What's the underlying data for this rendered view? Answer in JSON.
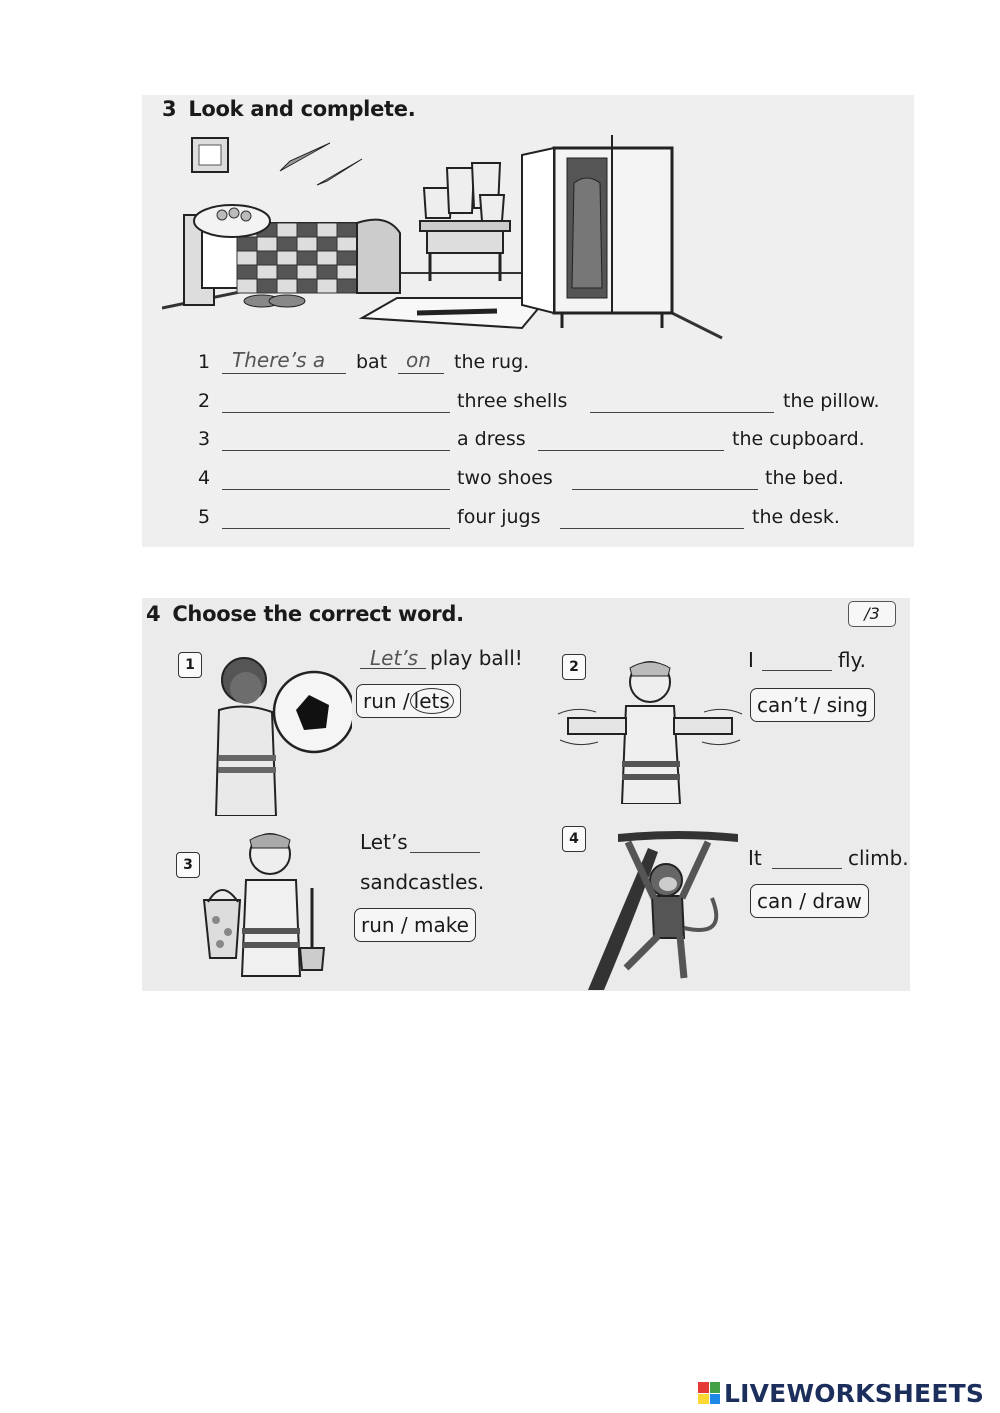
{
  "exercise3": {
    "number": "3",
    "title": "Look and complete.",
    "rows": [
      {
        "n": "1",
        "answer1": "There’s a",
        "mid": "bat",
        "answer2": "on",
        "end": "the rug."
      },
      {
        "n": "2",
        "answer1": "",
        "mid": "three shells",
        "answer2": "",
        "end": "the pillow."
      },
      {
        "n": "3",
        "answer1": "",
        "mid": "a dress",
        "answer2": "",
        "end": "the cupboard."
      },
      {
        "n": "4",
        "answer1": "",
        "mid": "two shoes",
        "answer2": "",
        "end": "the bed."
      },
      {
        "n": "5",
        "answer1": "",
        "mid": "four jugs",
        "answer2": "",
        "end": "the desk."
      }
    ]
  },
  "exercise4": {
    "number": "4",
    "title": "Choose the correct word.",
    "score": "/3",
    "items": [
      {
        "n": "1",
        "answer": "Let’s",
        "text_after": "play ball!",
        "opt_a": "run /",
        "opt_b": "lets"
      },
      {
        "n": "2",
        "text_before": "I",
        "text_after": "fly.",
        "options": "can’t / sing"
      },
      {
        "n": "3",
        "text_before": "Let’s",
        "line2": "sandcastles.",
        "options": "run / make"
      },
      {
        "n": "4",
        "text_before": "It",
        "text_after": "climb.",
        "options": "can / draw"
      }
    ]
  },
  "footer": {
    "brand": "LIVEWORKSHEETS",
    "brand_color": "#1c2e5c",
    "mark_colors": [
      "#e53935",
      "#43a047",
      "#fdd835",
      "#1e88e5"
    ]
  }
}
